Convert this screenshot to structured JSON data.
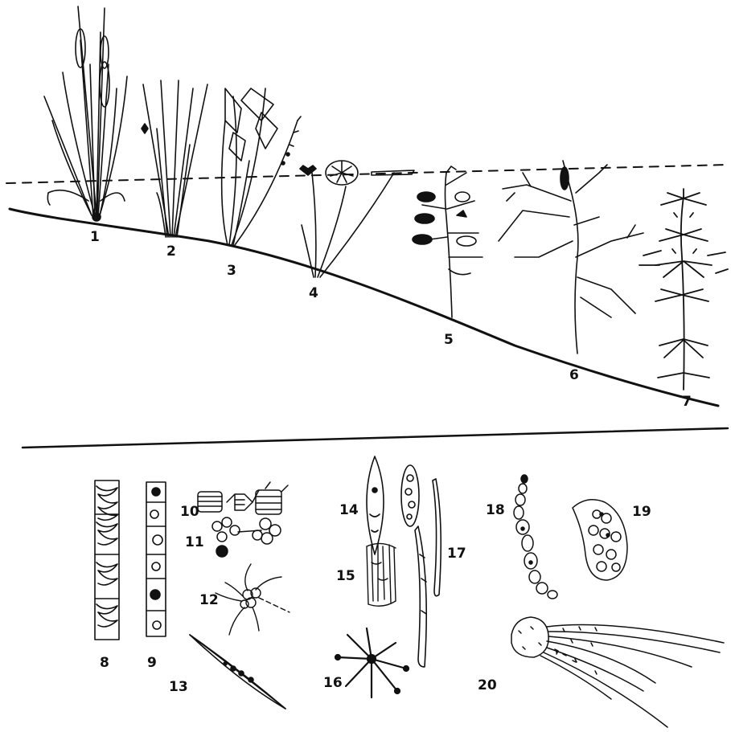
{
  "figure": {
    "upper_panel": {
      "labels": [
        "1",
        "2",
        "3",
        "4",
        "5",
        "6",
        "7"
      ]
    },
    "lower_panel": {
      "labels": [
        "8",
        "9",
        "10",
        "11",
        "12",
        "13",
        "14",
        "15",
        "16",
        "17",
        "18",
        "19",
        "20"
      ]
    }
  },
  "colors": {
    "ink": "#111111",
    "paper": "#ffffff"
  }
}
